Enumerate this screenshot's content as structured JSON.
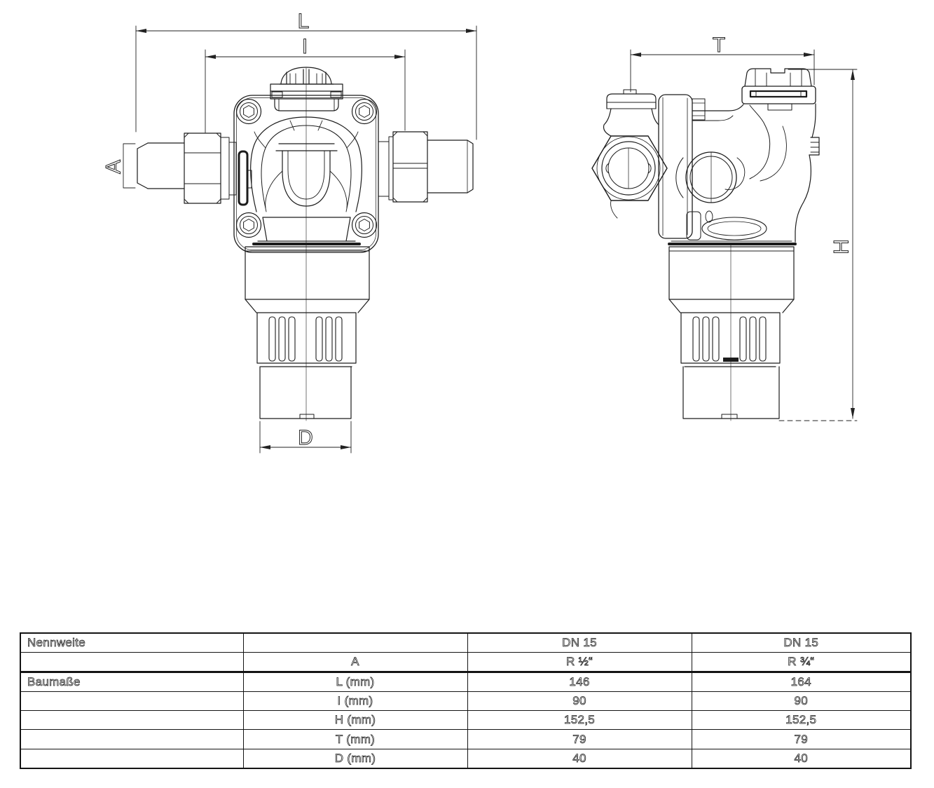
{
  "drawing": {
    "front_view": {
      "dimension_labels": {
        "l": "L",
        "i": "I",
        "a": "A",
        "d": "D"
      }
    },
    "side_view": {
      "dimension_labels": {
        "t": "T",
        "h": "H"
      }
    }
  },
  "table": {
    "rows": [
      {
        "c0": "Nennweite",
        "c1": "",
        "c2": "DN 15",
        "c3": "DN 15"
      },
      {
        "c0": "",
        "c1": "A",
        "c2": "R ½“",
        "c3": "R ¾“"
      },
      {
        "c0": "Baumaße",
        "c1": "L (mm)",
        "c2": "146",
        "c3": "164"
      },
      {
        "c0": "",
        "c1": "I (mm)",
        "c2": "90",
        "c3": "90"
      },
      {
        "c0": "",
        "c1": "H (mm)",
        "c2": "152,5",
        "c3": "152,5"
      },
      {
        "c0": "",
        "c1": "T (mm)",
        "c2": "79",
        "c3": "79"
      },
      {
        "c0": "",
        "c1": "D (mm)",
        "c2": "40",
        "c3": "40"
      }
    ]
  }
}
